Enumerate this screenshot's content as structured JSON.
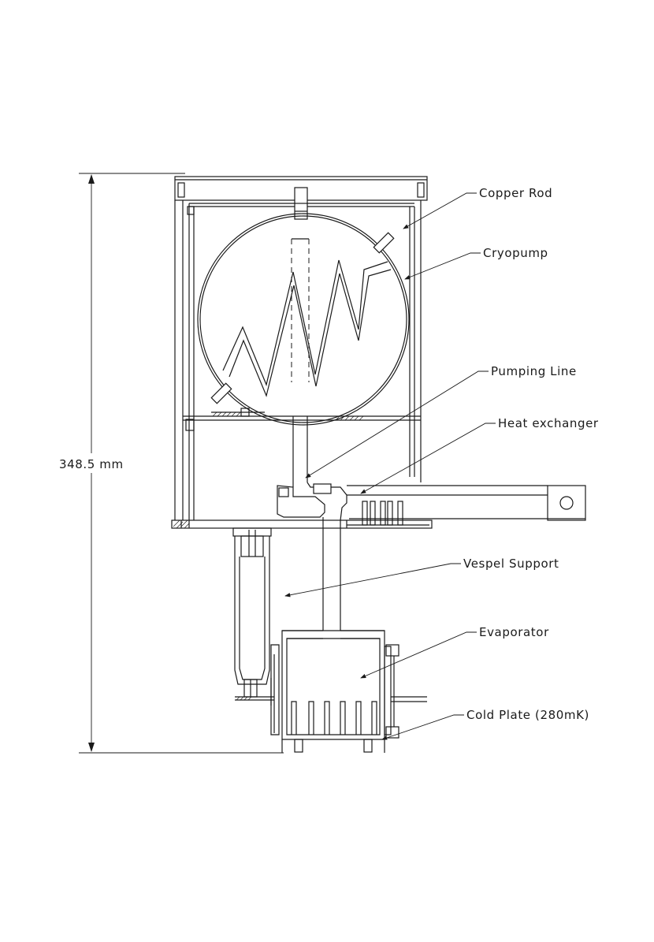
{
  "dimension": {
    "label": "348.5 mm"
  },
  "callouts": [
    {
      "id": "copper-rod",
      "label": "Copper Rod"
    },
    {
      "id": "cryopump",
      "label": "Cryopump"
    },
    {
      "id": "pumping-line",
      "label": "Pumping Line"
    },
    {
      "id": "heat-exchanger",
      "label": "Heat exchanger"
    },
    {
      "id": "vespel-support",
      "label": "Vespel Support"
    },
    {
      "id": "evaporator",
      "label": "Evaporator"
    },
    {
      "id": "cold-plate",
      "label": "Cold Plate (280mK)"
    }
  ]
}
